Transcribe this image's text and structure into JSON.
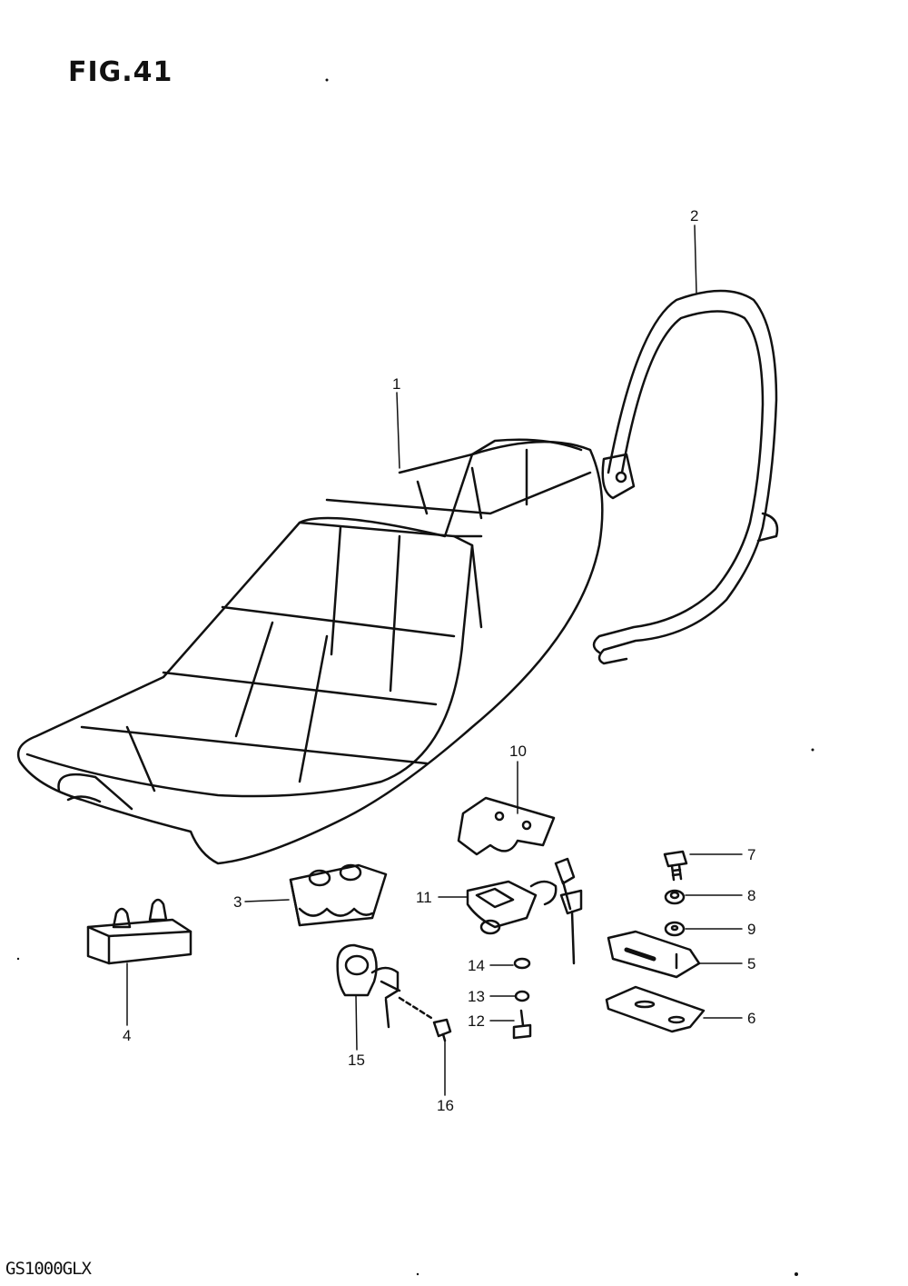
{
  "figure": {
    "title": "FIG.41",
    "model": "GS1000GLX"
  },
  "callouts": [
    {
      "id": "1",
      "label": "1"
    },
    {
      "id": "2",
      "label": "2"
    },
    {
      "id": "3",
      "label": "3"
    },
    {
      "id": "4",
      "label": "4"
    },
    {
      "id": "5",
      "label": "5"
    },
    {
      "id": "6",
      "label": "6"
    },
    {
      "id": "7",
      "label": "7"
    },
    {
      "id": "8",
      "label": "8"
    },
    {
      "id": "9",
      "label": "9"
    },
    {
      "id": "10",
      "label": "10"
    },
    {
      "id": "11",
      "label": "11"
    },
    {
      "id": "12",
      "label": "12"
    },
    {
      "id": "13",
      "label": "13"
    },
    {
      "id": "14",
      "label": "14"
    },
    {
      "id": "15",
      "label": "15"
    },
    {
      "id": "16",
      "label": "16"
    }
  ]
}
